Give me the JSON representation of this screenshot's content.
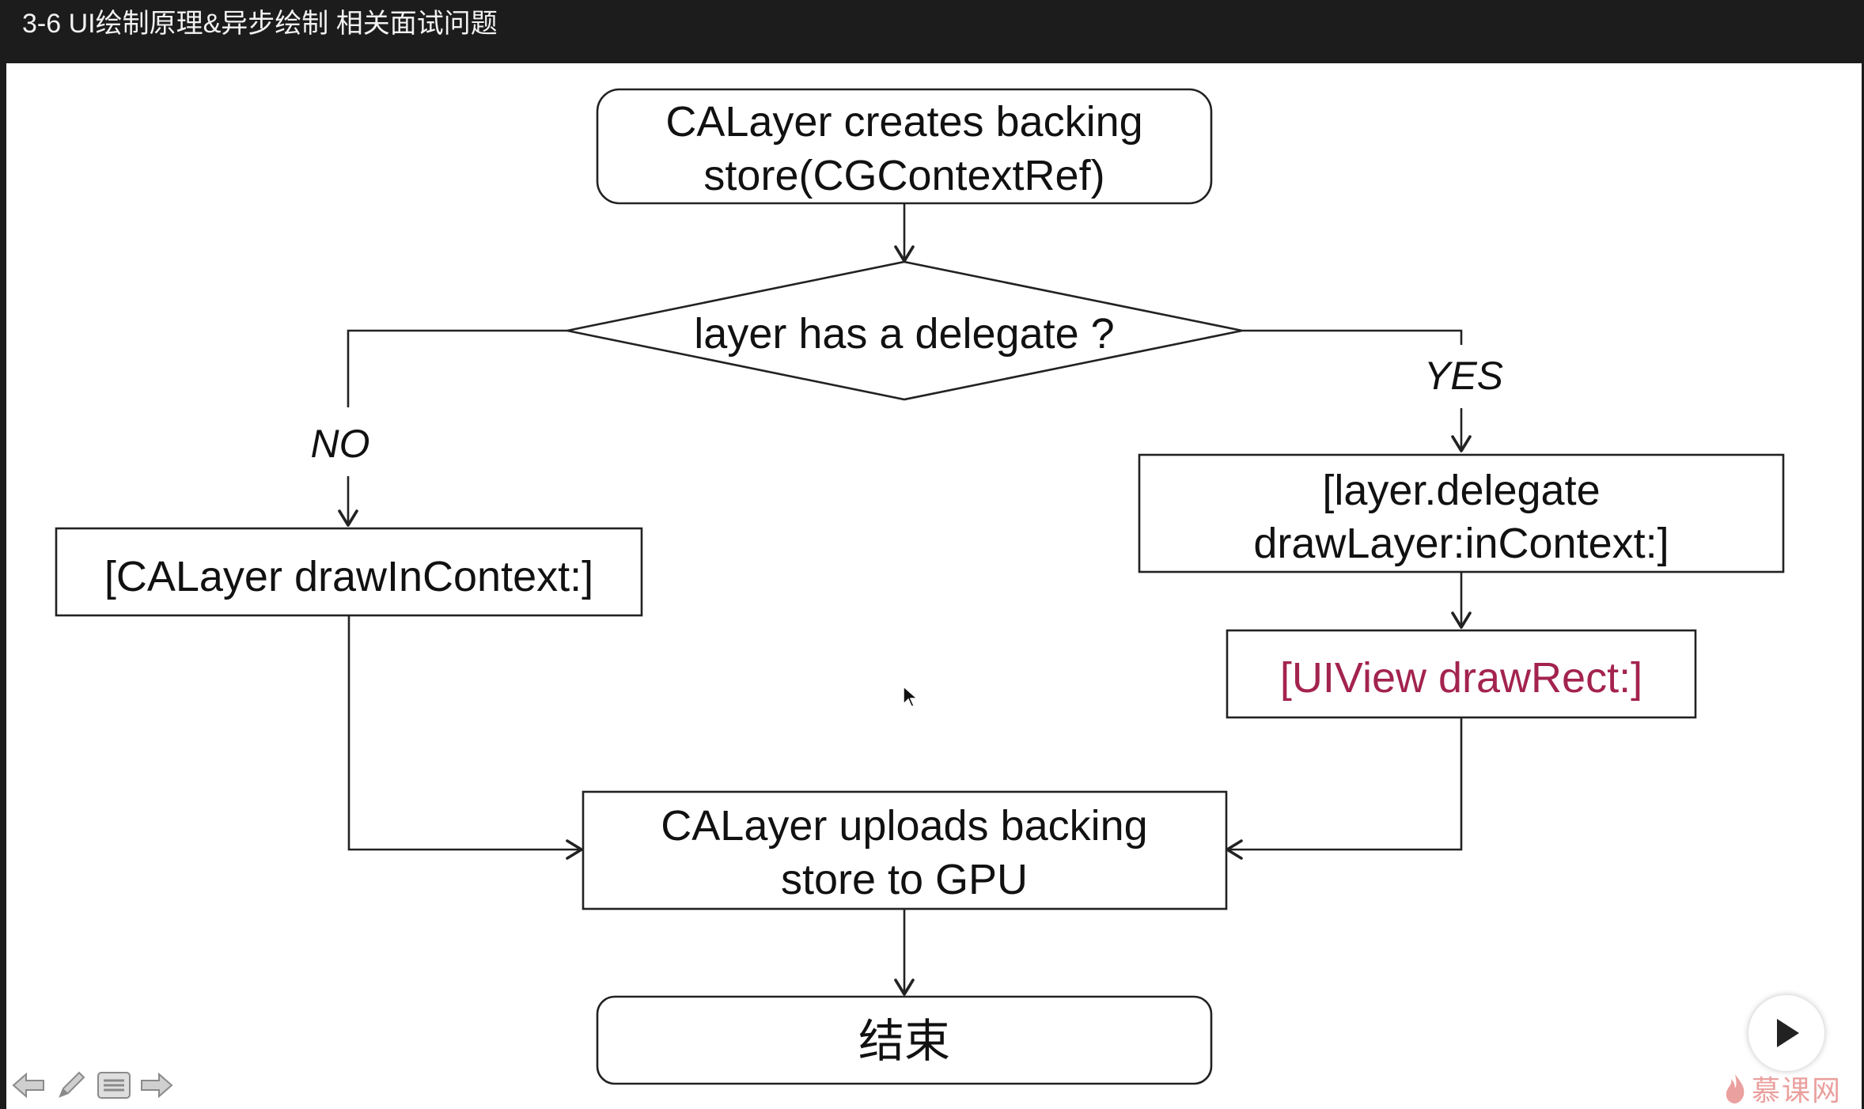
{
  "header": {
    "title": "3-6 UI绘制原理&异步绘制 相关面试问题"
  },
  "diagram": {
    "nodes": {
      "start": {
        "line1": "CALayer creates backing",
        "line2": "store(CGContextRef)"
      },
      "decision": {
        "label": "layer has a delegate ?"
      },
      "no_branch": {
        "label": "[CALayer drawInContext:]"
      },
      "yes_branch": {
        "line1": "[layer.delegate",
        "line2": "drawLayer:inContext:]"
      },
      "draw_rect": {
        "label": "[UIView drawRect:]"
      },
      "upload": {
        "line1": "CALayer uploads backing",
        "line2": "store to GPU"
      },
      "end": {
        "label": "结束"
      }
    },
    "edge_labels": {
      "no": "NO",
      "yes": "YES"
    },
    "colors": {
      "draw_rect_text": "#a3234f",
      "line": "#222222"
    }
  },
  "controls": {
    "prev_icon": "arrow-left-icon",
    "pen_icon": "pen-icon",
    "menu_icon": "menu-icon",
    "next_icon": "arrow-right-icon",
    "play_icon": "play-icon"
  },
  "watermark": {
    "text": "慕课网"
  }
}
